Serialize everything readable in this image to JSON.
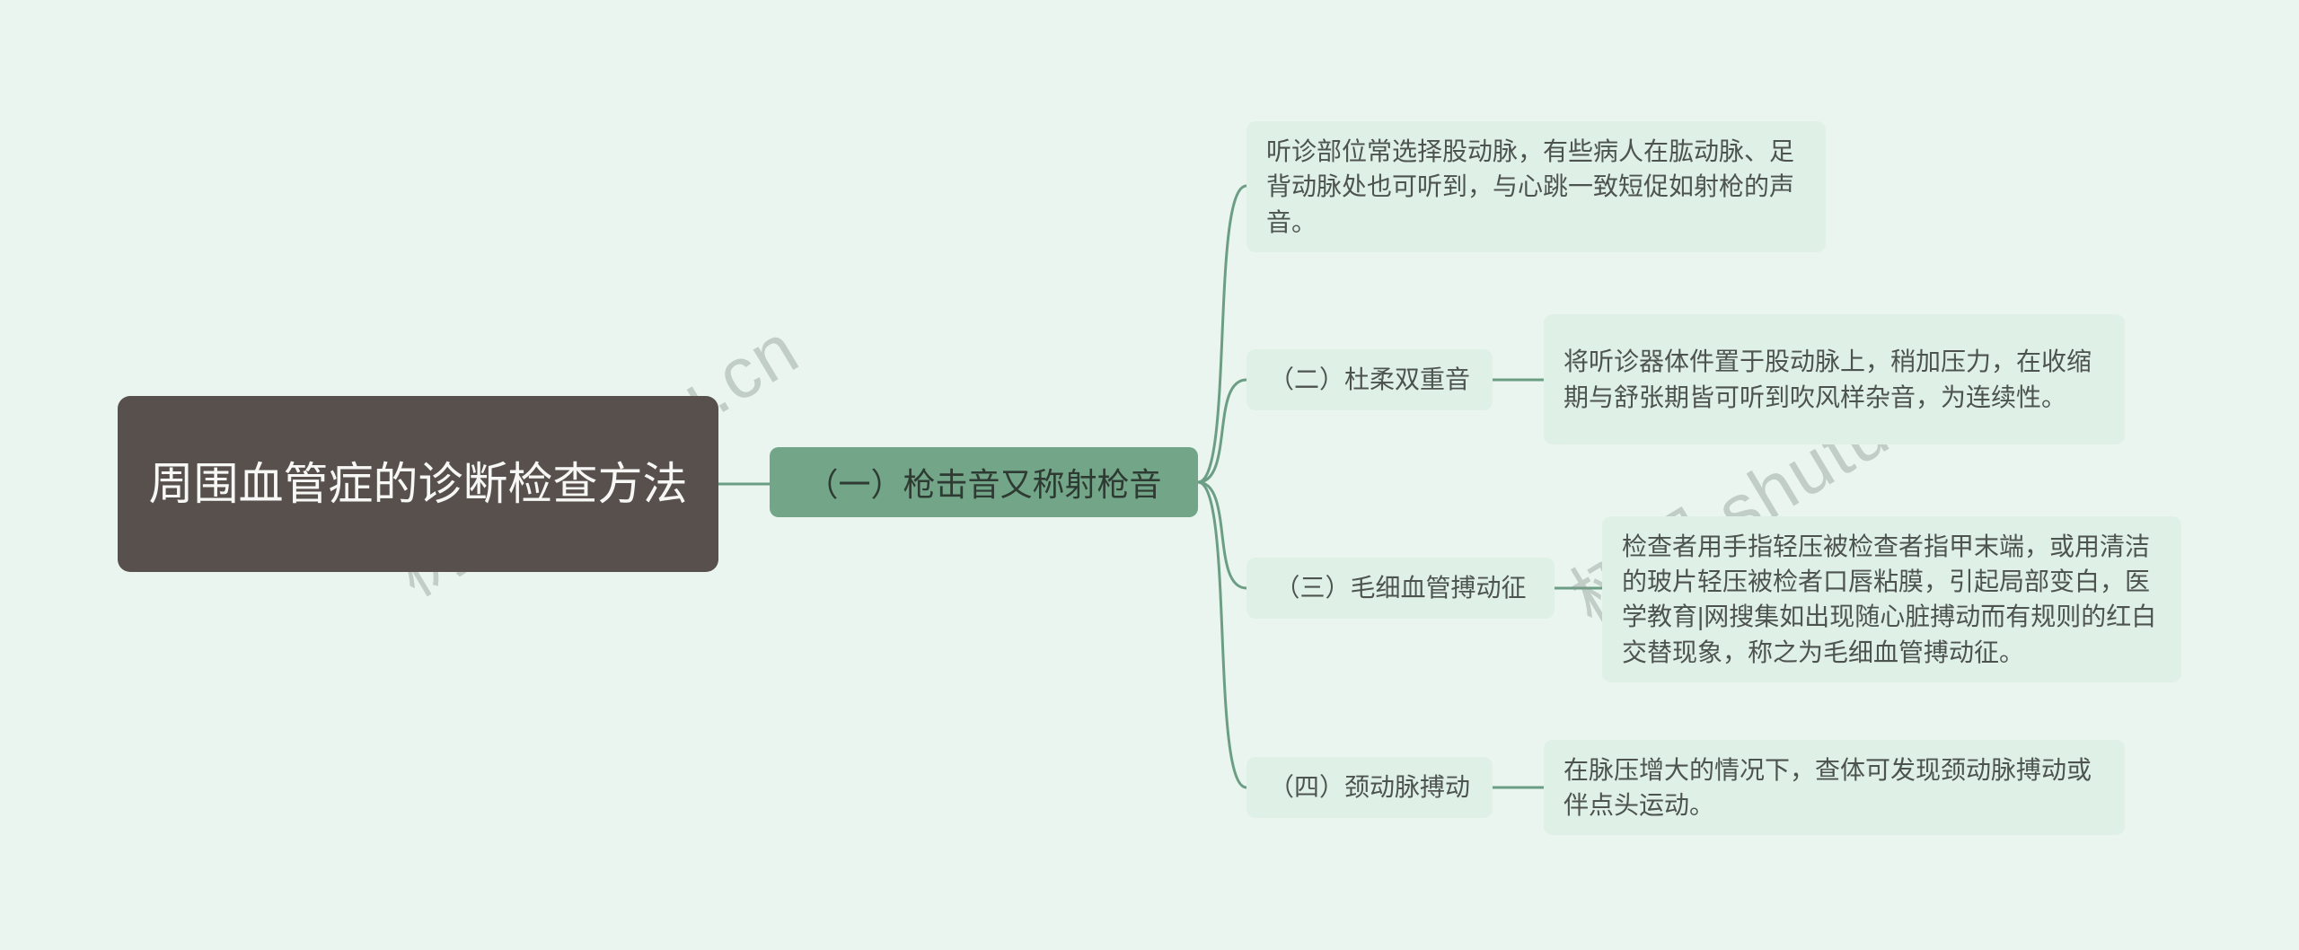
{
  "colors": {
    "background": "#e9f5ee",
    "root_bg": "#57504d",
    "root_text": "#f7f7f5",
    "branch_bg": "#73a588",
    "leaf_bg": "#dff0e7",
    "connector": "#6b9e84"
  },
  "watermark": {
    "text": "树图.shutu.cn"
  },
  "root": {
    "label": "周围血管症的诊断检查方法"
  },
  "branch": {
    "label": "（一）枪击音又称射枪音"
  },
  "note": {
    "text": "听诊部位常选择股动脉，有些病人在肱动脉、足背动脉处也可听到，与心跳一致短促如射枪的声音。"
  },
  "subtopics": [
    {
      "label": "（二）杜柔双重音",
      "detail": "将听诊器体件置于股动脉上，稍加压力，在收缩期与舒张期皆可听到吹风样杂音，为连续性。"
    },
    {
      "label": "（三）毛细血管搏动征",
      "detail": "检查者用手指轻压被检查者指甲末端，或用清洁的玻片轻压被检者口唇粘膜，引起局部变白，医学教育|网搜集如出现随心脏搏动而有规则的红白交替现象，称之为毛细血管搏动征。"
    },
    {
      "label": "（四）颈动脉搏动",
      "detail": "在脉压增大的情况下，查体可发现颈动脉搏动或伴点头运动。"
    }
  ]
}
